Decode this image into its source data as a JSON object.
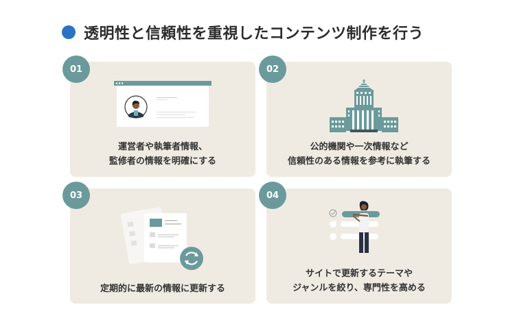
{
  "header": {
    "title": "透明性と信頼性を重視したコンテンツ制作を行う",
    "bullet_color": "#2a72c2"
  },
  "colors": {
    "card_bg": "#efebe2",
    "badge_bg": "#6b9a9c",
    "accent_teal": "#6b9a9c"
  },
  "cards": [
    {
      "number": "01",
      "line1": "運営者や執筆者情報、",
      "line2": "監修者の情報を明確にする",
      "illustration": "profile-webpage-icon"
    },
    {
      "number": "02",
      "line1": "公的機関や一次情報など",
      "line2": "信頼性のある情報を参考に執筆する",
      "illustration": "government-building-icon"
    },
    {
      "number": "03",
      "line1": "定期的に最新の情報に更新する",
      "line2": "",
      "illustration": "document-refresh-icon"
    },
    {
      "number": "04",
      "line1": "サイトで更新するテーマや",
      "line2": "ジャンルを絞り、専門性を高める",
      "illustration": "person-checklist-icon"
    }
  ]
}
